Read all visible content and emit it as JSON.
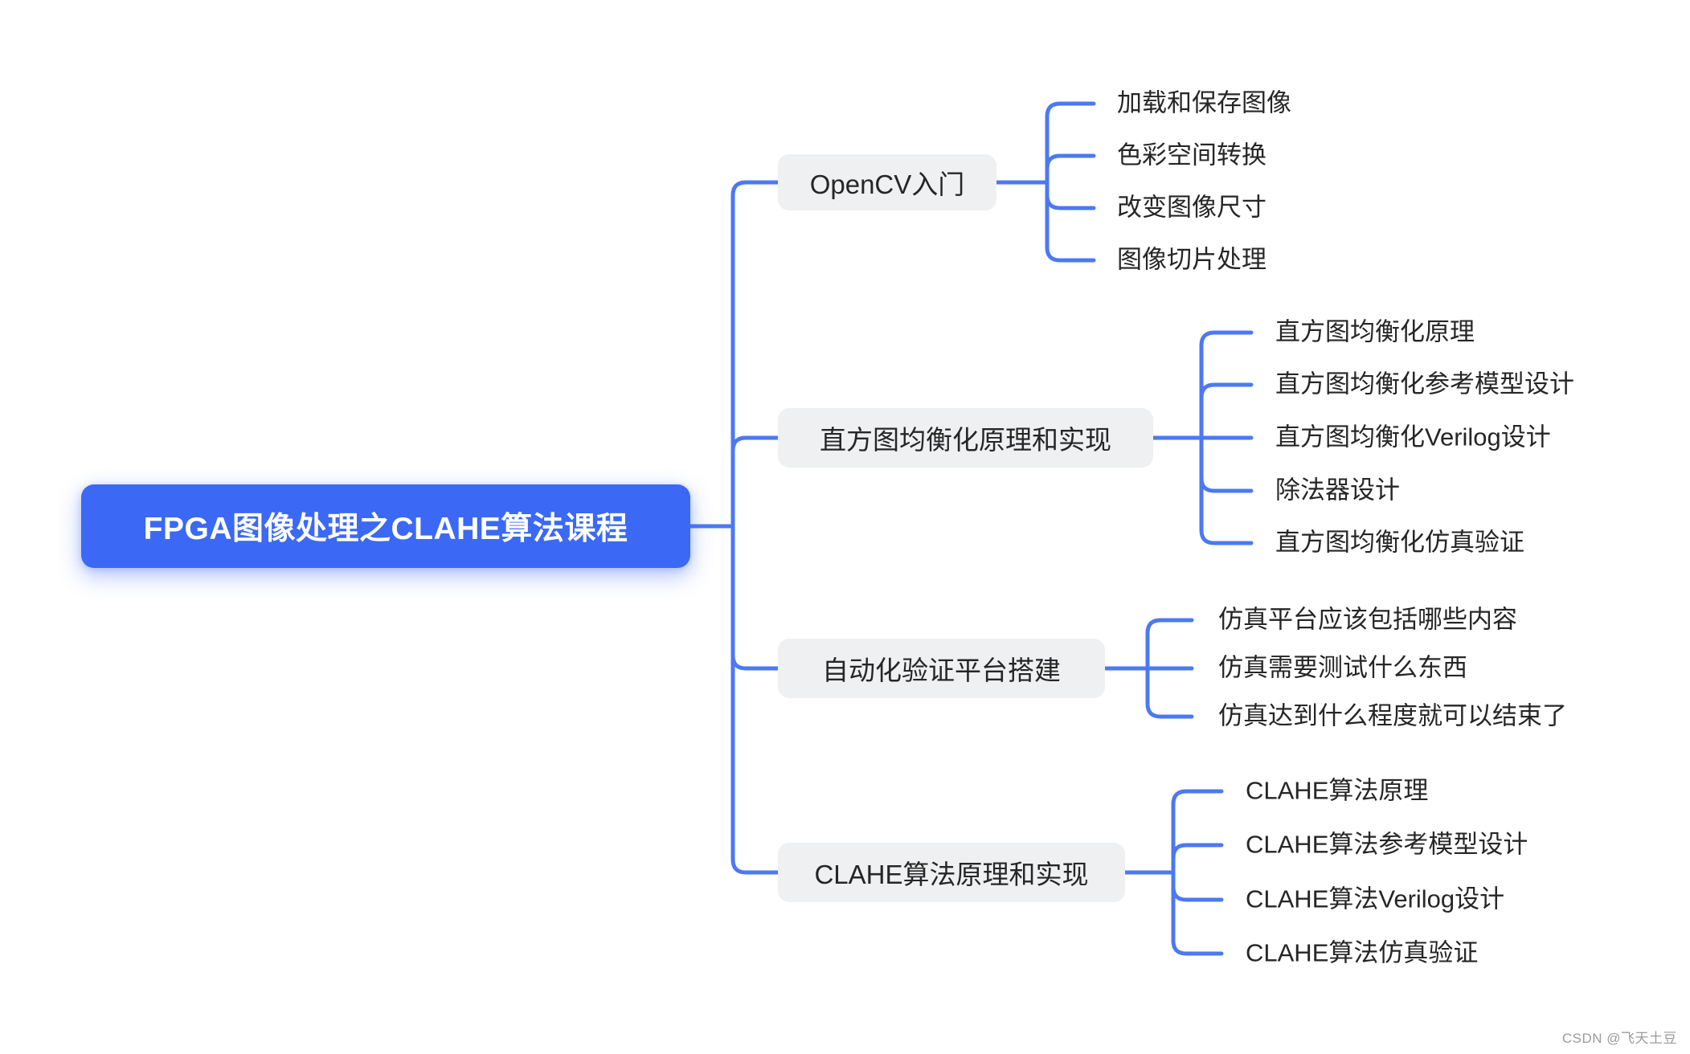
{
  "root": {
    "label": "FPGA图像处理之CLAHE算法课程"
  },
  "branches": [
    {
      "label": "OpenCV入门",
      "children": [
        "加载和保存图像",
        "色彩空间转换",
        "改变图像尺寸",
        "图像切片处理"
      ]
    },
    {
      "label": "直方图均衡化原理和实现",
      "children": [
        "直方图均衡化原理",
        "直方图均衡化参考模型设计",
        "直方图均衡化Verilog设计",
        "除法器设计",
        "直方图均衡化仿真验证"
      ]
    },
    {
      "label": "自动化验证平台搭建",
      "children": [
        "仿真平台应该包括哪些内容",
        "仿真需要测试什么东西",
        "仿真达到什么程度就可以结束了"
      ]
    },
    {
      "label": "CLAHE算法原理和实现",
      "children": [
        "CLAHE算法原理",
        "CLAHE算法参考模型设计",
        "CLAHE算法Verilog设计",
        "CLAHE算法仿真验证"
      ]
    }
  ],
  "watermark": "CSDN @飞天土豆",
  "colors": {
    "root_bg": "#3B69F5",
    "root_text": "#FFFFFF",
    "branch_bg": "#EEF0F1",
    "node_text": "#262626",
    "connector": "#4C79F2",
    "watermark_text": "#9B9BA0",
    "canvas_bg": "#FFFFFF"
  }
}
